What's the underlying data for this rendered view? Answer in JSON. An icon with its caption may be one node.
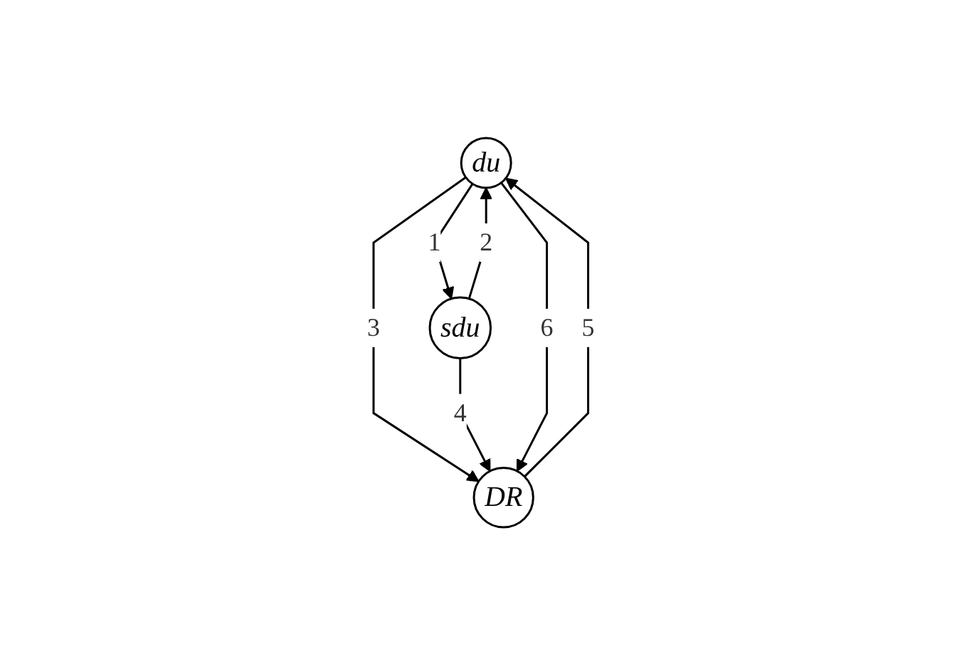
{
  "diagram": {
    "nodes": [
      {
        "text": [
          "du"
        ]
      },
      {
        "text": [
          "DR"
        ]
      },
      {
        "text": [
          "sdu"
        ]
      }
    ],
    "edges": [
      {
        "from": 0,
        "to": 2,
        "arrow": "to",
        "label": "1"
      },
      {
        "from": 2,
        "to": 0,
        "arrow": "to",
        "label": "2"
      },
      {
        "from": 0,
        "to": 1,
        "arrow": "to",
        "label": "3"
      },
      {
        "from": 2,
        "to": 1,
        "arrow": "to",
        "label": "4"
      },
      {
        "from": 1,
        "to": 0,
        "arrow": "to",
        "label": "5"
      },
      {
        "from": 0,
        "to": 1,
        "arrow": "to",
        "label": "6"
      }
    ]
  }
}
